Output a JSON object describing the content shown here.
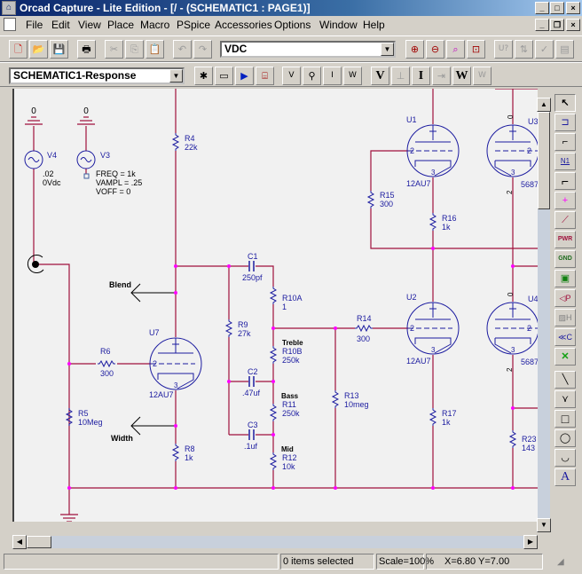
{
  "window": {
    "title": "Orcad Capture - Lite Edition - [/ - (SCHEMATIC1 : PAGE1)]",
    "minimize": "_",
    "maximize": "□",
    "close": "×",
    "doc_minimize": "_",
    "doc_restore": "❐",
    "doc_close": "×"
  },
  "menu": [
    {
      "label": "File"
    },
    {
      "label": "Edit"
    },
    {
      "label": "View"
    },
    {
      "label": "Place"
    },
    {
      "label": "Macro"
    },
    {
      "label": "PSpice"
    },
    {
      "label": "Accessories"
    },
    {
      "label": "Options"
    },
    {
      "label": "Window"
    },
    {
      "label": "Help"
    }
  ],
  "toolbar1": {
    "part_combo_value": "VDC",
    "buttons": [
      {
        "name": "new-icon",
        "glyph": "🗋"
      },
      {
        "name": "open-icon",
        "glyph": "📂"
      },
      {
        "name": "save-icon",
        "glyph": "💾"
      },
      {
        "name": "print-icon",
        "glyph": "🖶"
      },
      {
        "name": "cut-icon",
        "glyph": "✂"
      },
      {
        "name": "copy-icon",
        "glyph": "⎘"
      },
      {
        "name": "paste-icon",
        "glyph": "📋"
      },
      {
        "name": "undo-icon",
        "glyph": "↶"
      },
      {
        "name": "redo-icon",
        "glyph": "↷"
      },
      {
        "name": "zoom-in-icon",
        "glyph": "⊕"
      },
      {
        "name": "zoom-out-icon",
        "glyph": "⊖"
      },
      {
        "name": "zoom-area-icon",
        "glyph": "⌕"
      },
      {
        "name": "zoom-all-icon",
        "glyph": "⊡"
      },
      {
        "name": "annotate-icon",
        "glyph": "U?"
      },
      {
        "name": "back-annotate-icon",
        "glyph": "⇅"
      },
      {
        "name": "drc-icon",
        "glyph": "✓"
      },
      {
        "name": "netlist-icon",
        "glyph": "▤"
      }
    ]
  },
  "toolbar2": {
    "profile_combo_value": "SCHEMATIC1-Response",
    "buttons": [
      {
        "name": "new-simulation-profile-icon",
        "glyph": "✱"
      },
      {
        "name": "edit-simulation-settings-icon",
        "glyph": "▭"
      },
      {
        "name": "run-pspice-icon",
        "glyph": "▶"
      },
      {
        "name": "view-simulation-results-icon",
        "glyph": "⌸"
      },
      {
        "name": "voltage-marker-icon",
        "glyph": "V"
      },
      {
        "name": "differential-marker-icon",
        "glyph": "⚲"
      },
      {
        "name": "current-marker-icon",
        "glyph": "I"
      },
      {
        "name": "power-marker-icon",
        "glyph": "W"
      },
      {
        "name": "bias-voltage-icon",
        "glyph": "V"
      },
      {
        "name": "bias-voltage-pin-icon",
        "glyph": "⊥"
      },
      {
        "name": "bias-current-icon",
        "glyph": "I"
      },
      {
        "name": "bias-current-pin-icon",
        "glyph": "⇥"
      },
      {
        "name": "bias-power-icon",
        "glyph": "W"
      },
      {
        "name": "bias-power-pin-icon",
        "glyph": "W"
      }
    ]
  },
  "palette": [
    {
      "name": "select-icon",
      "glyph": "↖"
    },
    {
      "name": "place-part-icon",
      "glyph": "⊐"
    },
    {
      "name": "place-wire-icon",
      "glyph": "⌐"
    },
    {
      "name": "place-net-alias-icon",
      "glyph": "N1"
    },
    {
      "name": "place-bus-icon",
      "glyph": "⌐"
    },
    {
      "name": "place-junction-icon",
      "glyph": "+"
    },
    {
      "name": "place-bus-entry-icon",
      "glyph": "⟋"
    },
    {
      "name": "place-power-icon",
      "glyph": "PWR"
    },
    {
      "name": "place-ground-icon",
      "glyph": "GND"
    },
    {
      "name": "place-hierarchical-block-icon",
      "glyph": "▣"
    },
    {
      "name": "place-port-icon",
      "glyph": "◁P"
    },
    {
      "name": "place-hierarchical-pin-icon",
      "glyph": "▨H"
    },
    {
      "name": "place-off-page-connector-icon",
      "glyph": "≪C"
    },
    {
      "name": "place-no-connect-icon",
      "glyph": "✕"
    },
    {
      "name": "place-line-icon",
      "glyph": "╲"
    },
    {
      "name": "place-polyline-icon",
      "glyph": "⋎"
    },
    {
      "name": "place-rectangle-icon",
      "glyph": "□"
    },
    {
      "name": "place-ellipse-icon",
      "glyph": "◯"
    },
    {
      "name": "place-arc-icon",
      "glyph": "◡"
    },
    {
      "name": "place-text-icon",
      "glyph": "A"
    }
  ],
  "schematic": {
    "grounds": [
      {
        "label": "0"
      },
      {
        "label": "0"
      },
      {
        "label": "0"
      }
    ],
    "sources": {
      "V4": {
        "ref": "V4",
        "value1": ".02",
        "value2": "0Vdc"
      },
      "V3": {
        "ref": "V3",
        "freq": "FREQ = 1k",
        "vampl": "VAMPL = .25",
        "voff": "VOFF = 0"
      }
    },
    "resistors": [
      {
        "ref": "R4",
        "value": "22k"
      },
      {
        "ref": "R5",
        "value": "10Meg"
      },
      {
        "ref": "R6",
        "value": "300"
      },
      {
        "ref": "R8",
        "value": "1k"
      },
      {
        "ref": "R9",
        "value": "27k"
      },
      {
        "ref": "R10A",
        "value": "1"
      },
      {
        "ref": "R10B",
        "value": "250k",
        "tag": "Treble"
      },
      {
        "ref": "R11",
        "value": "250k",
        "tag": "Bass"
      },
      {
        "ref": "R12",
        "value": "10k",
        "tag": "Mid"
      },
      {
        "ref": "R13",
        "value": "10meg"
      },
      {
        "ref": "R14",
        "value": "300"
      },
      {
        "ref": "R15",
        "value": "300"
      },
      {
        "ref": "R16",
        "value": "1k"
      },
      {
        "ref": "R17",
        "value": "1k"
      },
      {
        "ref": "R23",
        "value": "143"
      }
    ],
    "capacitors": [
      {
        "ref": "C1",
        "value": "250pf"
      },
      {
        "ref": "C2",
        "value": ".47uf"
      },
      {
        "ref": "C3",
        "value": ".1uf"
      }
    ],
    "tubes": [
      {
        "ref": "U7",
        "part": "12AU7"
      },
      {
        "ref": "U1",
        "part": "12AU7"
      },
      {
        "ref": "U2",
        "part": "12AU7"
      },
      {
        "ref": "U3",
        "part": "5687"
      },
      {
        "ref": "U4",
        "part": "5687"
      }
    ],
    "ports": [
      {
        "label": "Blend"
      },
      {
        "label": "Width"
      }
    ],
    "pin_labels": {
      "grid": "2",
      "cathode": "3",
      "plate": "0",
      "side": "2"
    }
  },
  "status": {
    "left": "",
    "selection": "0 items selected",
    "scale": "Scale=100%",
    "coords": "X=6.80  Y=7.00"
  },
  "colors": {
    "wire": "#a0103c",
    "part": "#1c1ca0",
    "junction": "#ff00ff",
    "canvas": "#f1f1f1"
  }
}
